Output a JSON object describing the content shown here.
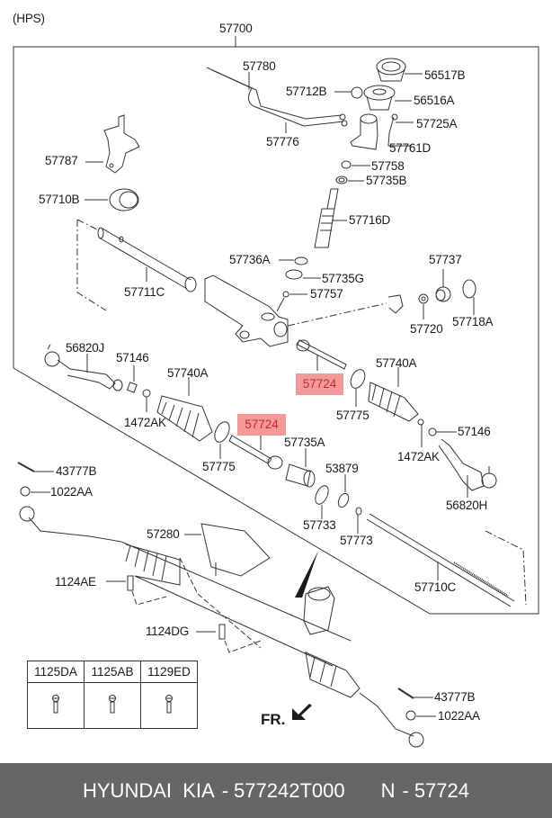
{
  "diagram": {
    "variant_label": "(HPS)",
    "assembly_number": "57700",
    "direction_label": "FR.",
    "highlight_color": "#f29a9a",
    "highlight_text_color": "#c0282a",
    "parts": {
      "p57780": "57780",
      "p56517B": "56517B",
      "p57712B": "57712B",
      "p56516A": "56516A",
      "p57725A": "57725A",
      "p57776": "57776",
      "p57761D": "57761D",
      "p57758": "57758",
      "p57735B": "57735B",
      "p57787": "57787",
      "p57710B": "57710B",
      "p57716D": "57716D",
      "p57736A": "57736A",
      "p57735G": "57735G",
      "p57737": "57737",
      "p57711C": "57711C",
      "p57757": "57757",
      "p57720": "57720",
      "p57718A": "57718A",
      "p56820J": "56820J",
      "p57146_l": "57146",
      "p57740A_l": "57740A",
      "p57724_upper": "57724",
      "p57740A_r": "57740A",
      "p1472AK_l": "1472AK",
      "p57775_r": "57775",
      "p57724_lower": "57724",
      "p57735A": "57735A",
      "p57146_r": "57146",
      "p43777B_l": "43777B",
      "p1472AK_r": "1472AK",
      "p57775_l": "57775",
      "p53879": "53879",
      "p1022AA_l": "1022AA",
      "p56820H": "56820H",
      "p57733": "57733",
      "p57773": "57773",
      "p57280": "57280",
      "p57710C": "57710C",
      "p1124AE": "1124AE",
      "p1124DG": "1124DG",
      "p43777B_r": "43777B",
      "p1022AA_r": "1022AA"
    },
    "bolt_table": {
      "headers": [
        "1125DA",
        "1125AB",
        "1129ED"
      ],
      "icon": "bolt-icon"
    }
  },
  "footer": {
    "brand": "HYUNDAI  KIA",
    "separator": "-",
    "part_number": "577242T000",
    "ref_prefix": "N",
    "ref_number": "57724"
  }
}
